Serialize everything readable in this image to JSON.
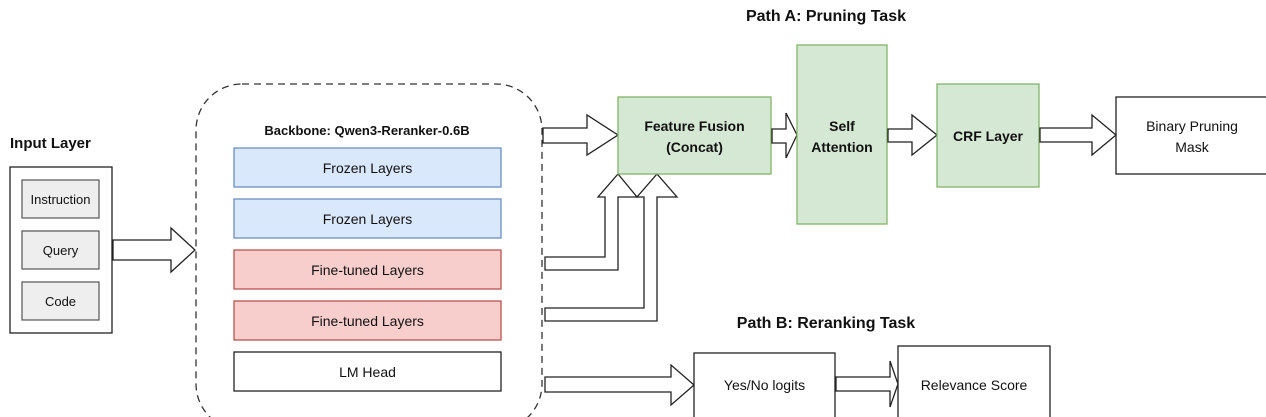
{
  "input": {
    "title": "Input Layer",
    "items": [
      "Instruction",
      "Query",
      "Code"
    ]
  },
  "backbone": {
    "title": "Backbone: Qwen3-Reranker-0.6B",
    "layers": [
      {
        "label": "Frozen Layers",
        "kind": "frozen"
      },
      {
        "label": "Frozen Layers",
        "kind": "frozen"
      },
      {
        "label": "Fine-tuned Layers",
        "kind": "finetuned"
      },
      {
        "label": "Fine-tuned Layers",
        "kind": "finetuned"
      },
      {
        "label": "LM Head",
        "kind": "head"
      }
    ]
  },
  "path_a": {
    "title": "Path A: Pruning Task",
    "fusion": [
      "Feature Fusion",
      "(Concat)"
    ],
    "attention": [
      "Self",
      "Attention"
    ],
    "crf": "CRF Layer",
    "output": [
      "Binary Pruning",
      "Mask"
    ]
  },
  "path_b": {
    "title": "Path B: Reranking Task",
    "logits": "Yes/No logits",
    "score": "Relevance Score"
  },
  "colors": {
    "frozen_fill": "#dae8fc",
    "frozen_stroke": "#6c8ebf",
    "finetuned_fill": "#f8cecc",
    "finetuned_stroke": "#b85450",
    "green_fill": "#d5e8d4",
    "green_stroke": "#82b366",
    "input_item_fill": "#eeeeee"
  }
}
